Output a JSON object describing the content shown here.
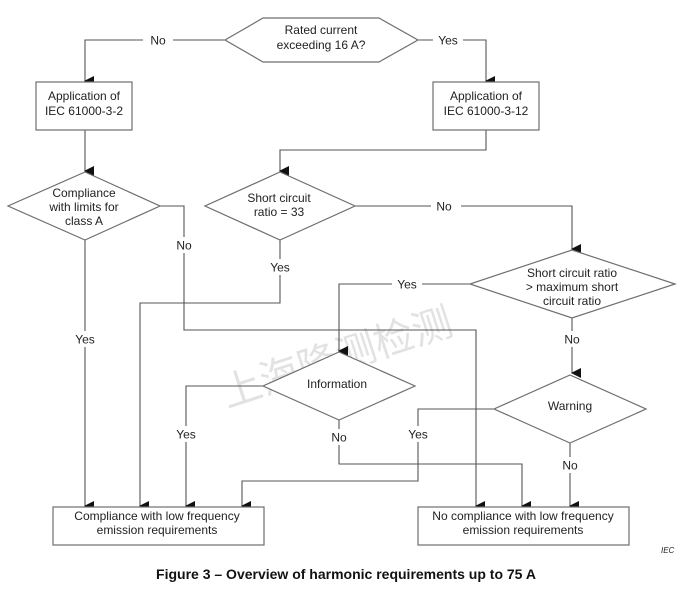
{
  "figure": {
    "caption": "Figure 3 – Overview of harmonic requirements up to 75 A",
    "source_tag": "IEC",
    "watermark": "上海隆测检测"
  },
  "nodes": {
    "rated_current": {
      "type": "decision",
      "lines": [
        "Rated current",
        "exceeding 16 A?"
      ]
    },
    "iec_3_2": {
      "type": "process",
      "lines": [
        "Application of",
        "IEC 61000-3-2"
      ]
    },
    "iec_3_12": {
      "type": "process",
      "lines": [
        "Application of",
        "IEC 61000-3-12"
      ]
    },
    "class_a": {
      "type": "decision",
      "lines": [
        "Compliance",
        "with limits for",
        "class A"
      ]
    },
    "scr_33": {
      "type": "decision",
      "lines": [
        "Short circuit",
        "ratio = 33"
      ]
    },
    "scr_max": {
      "type": "decision",
      "lines": [
        "Short circuit ratio",
        "> maximum short",
        "circuit ratio"
      ]
    },
    "information": {
      "type": "decision",
      "lines": [
        "Information"
      ]
    },
    "warning": {
      "type": "decision",
      "lines": [
        "Warning"
      ]
    },
    "compliance": {
      "type": "terminal",
      "lines": [
        "Compliance with low frequency",
        "emission requirements"
      ]
    },
    "no_compliance": {
      "type": "terminal",
      "lines": [
        "No compliance with low frequency",
        "emission requirements"
      ]
    }
  },
  "edges": {
    "rated_no": {
      "from": "rated_current",
      "to": "iec_3_2",
      "label": "No"
    },
    "rated_yes": {
      "from": "rated_current",
      "to": "iec_3_12",
      "label": "Yes"
    },
    "iec32_to_classa": {
      "from": "iec_3_2",
      "to": "class_a",
      "label": ""
    },
    "iec312_to_scr33": {
      "from": "iec_3_12",
      "to": "scr_33",
      "label": ""
    },
    "classa_yes": {
      "from": "class_a",
      "to": "compliance",
      "label": "Yes"
    },
    "classa_no": {
      "from": "class_a",
      "to": "no_compliance",
      "label": "No"
    },
    "scr33_yes": {
      "from": "scr_33",
      "to": "compliance",
      "label": "Yes"
    },
    "scr33_no": {
      "from": "scr_33",
      "to": "scr_max",
      "label": "No"
    },
    "scrmax_yes": {
      "from": "scr_max",
      "to": "information",
      "label": "Yes"
    },
    "scrmax_no": {
      "from": "scr_max",
      "to": "warning",
      "label": "No"
    },
    "info_yes": {
      "from": "information",
      "to": "compliance",
      "label": "Yes"
    },
    "info_no": {
      "from": "information",
      "to": "no_compliance",
      "label": "No"
    },
    "warning_yes": {
      "from": "warning",
      "to": "compliance",
      "label": "Yes"
    },
    "warning_no": {
      "from": "warning",
      "to": "no_compliance",
      "label": "No"
    }
  }
}
